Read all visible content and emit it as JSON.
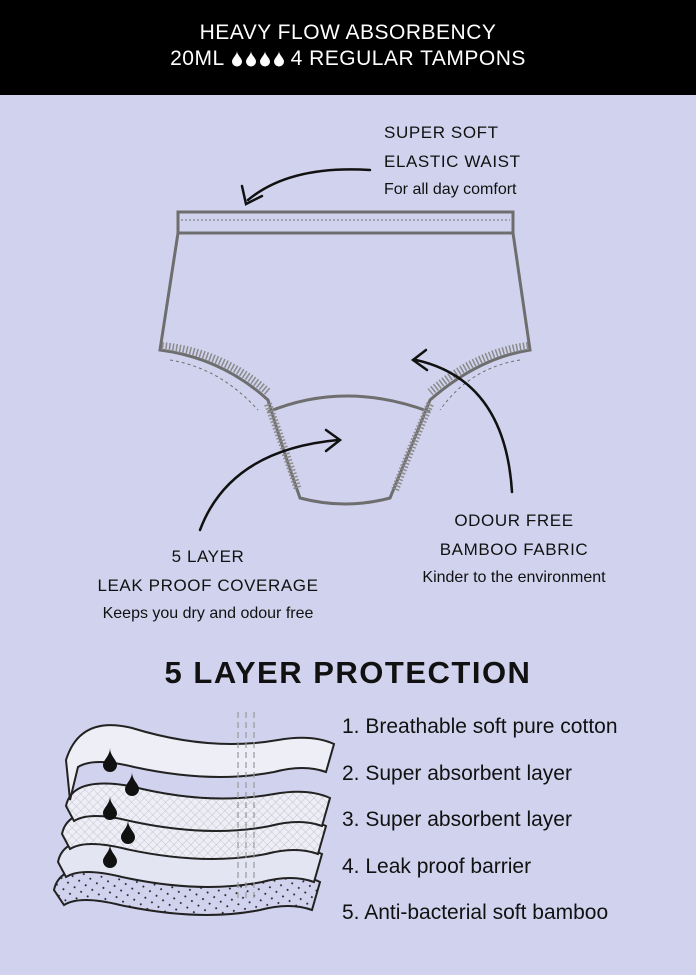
{
  "header": {
    "line1": "HEAVY FLOW ABSORBENCY",
    "volume": "20ML",
    "drops_icon": "droplet-icon",
    "drops_count": 4,
    "equivalent": "4 REGULAR TAMPONS"
  },
  "callouts": {
    "waist": {
      "title1": "SUPER SOFT",
      "title2": "ELASTIC WAIST",
      "subtitle": "For all day comfort"
    },
    "coverage": {
      "title1": "5 LAYER",
      "title2": "LEAK PROOF COVERAGE",
      "subtitle": "Keeps you dry and odour free"
    },
    "fabric": {
      "title1": "ODOUR FREE",
      "title2": "BAMBOO FABRIC",
      "subtitle": "Kinder to the environment"
    }
  },
  "protection": {
    "heading": "5 LAYER PROTECTION",
    "layers": [
      "1. Breathable soft pure cotton",
      "2. Super absorbent layer",
      "3. Super absorbent layer",
      "4. Leak proof barrier",
      "5. Anti-bacterial soft bamboo"
    ]
  },
  "colors": {
    "background": "#d1d3ee",
    "header": "#000000",
    "outline": "#6e6e6e"
  }
}
